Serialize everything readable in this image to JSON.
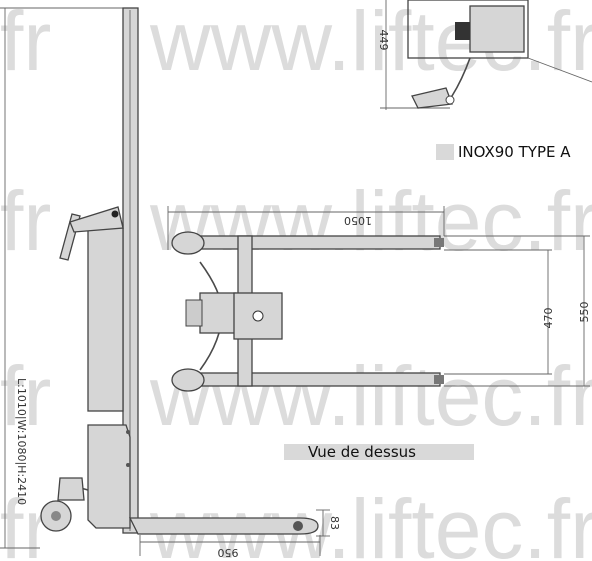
{
  "watermark": {
    "fr": "fr",
    "www": "www.liftec.fr"
  },
  "captions": {
    "type_label": "INOX90 TYPE A",
    "top_view": "Vue de dessus"
  },
  "dimensions": {
    "total_height": "L:1010|W:1080|H:2410",
    "upper_arm": "449",
    "base_length": "950",
    "base_height": "83",
    "top_length": "1050",
    "inner_width": "470",
    "outer_width": "550"
  }
}
